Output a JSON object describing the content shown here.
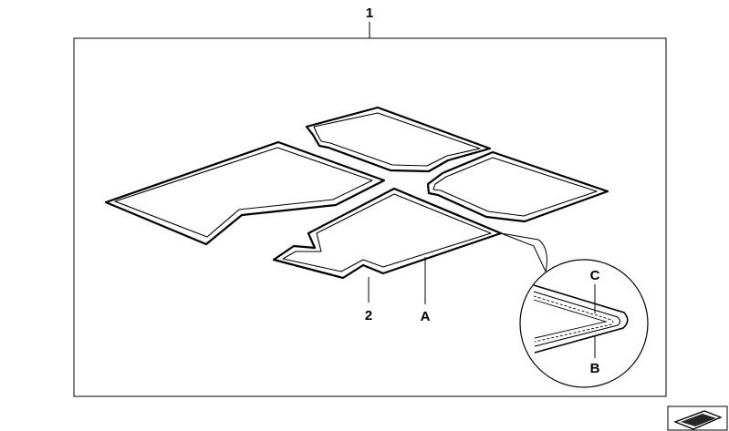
{
  "callouts": {
    "assembly": "1",
    "floor_mat": "2",
    "surface": "A",
    "edge_detail_b": "B",
    "edge_detail_c": "C"
  }
}
